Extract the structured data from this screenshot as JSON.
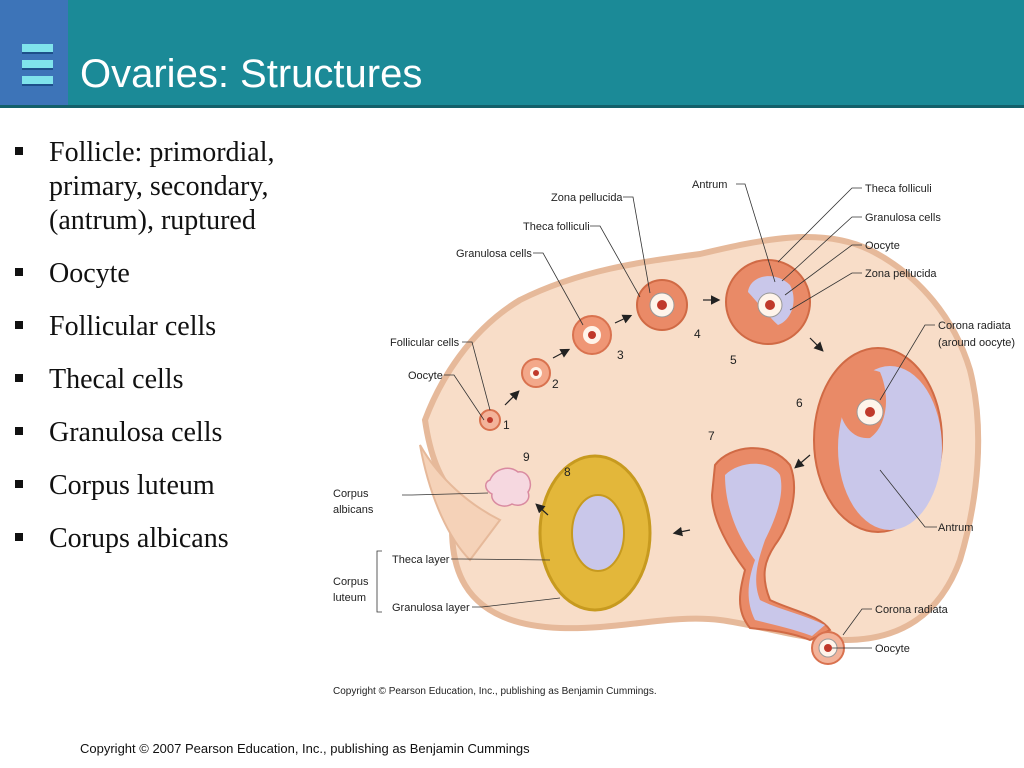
{
  "slide": {
    "title": "Ovaries: Structures",
    "bullets": [
      "Follicle: primordial,\nprimary, secondary,\n(antrum),     ruptured",
      "Oocyte",
      "Follicular cells",
      "Thecal cells",
      "Granulosa cells",
      "Corpus luteum",
      "Corups albicans"
    ],
    "footer": "Copyright © 2007 Pearson Education, Inc., publishing as Benjamin Cummings"
  },
  "diagram": {
    "labels": {
      "antrum_top": "Antrum",
      "zona_pellucida_left": "Zona pellucida",
      "theca_folliculi_left": "Theca folliculi",
      "granulosa_cells_left": "Granulosa cells",
      "follicular_cells": "Follicular cells",
      "oocyte_left": "Oocyte",
      "theca_folliculi_right": "Theca folliculi",
      "granulosa_cells_right": "Granulosa cells",
      "oocyte_right": "Oocyte",
      "zona_pellucida_right": "Zona pellucida",
      "corona_radiata_top": "Corona radiata",
      "around_oocyte": "(around oocyte)",
      "antrum_bottom": "Antrum",
      "corpus_albicans_1": "Corpus",
      "corpus_albicans_2": "albicans",
      "theca_layer": "Theca layer",
      "corpus_luteum_1": "Corpus",
      "corpus_luteum_2": "luteum",
      "granulosa_layer": "Granulosa layer",
      "corona_radiata_bottom": "Corona radiata",
      "oocyte_bottom": "Oocyte"
    },
    "stages": [
      "1",
      "2",
      "3",
      "4",
      "5",
      "6",
      "7",
      "8",
      "9"
    ],
    "credit": "Copyright © Pearson Education, Inc., publishing as Benjamin Cummings."
  },
  "colors": {
    "header": "#1b8a97",
    "logo": "#3d74b8",
    "ovary": "#f8ddc8",
    "follicle": "#e98a67",
    "antrum": "#c9c7ea",
    "corpus_luteum": "#e3b73a"
  }
}
